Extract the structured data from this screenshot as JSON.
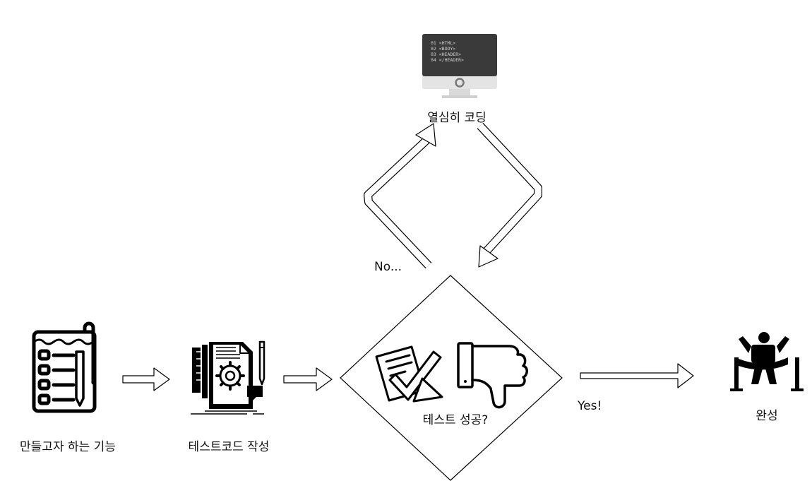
{
  "steps": {
    "feature": {
      "label": "만들고자 하는 기능",
      "icon": "checklist-notepad-icon"
    },
    "write_test": {
      "label": "테스트코드 작성",
      "icon": "code-document-gear-icon"
    },
    "decision": {
      "label": "테스트 성공?",
      "icons": [
        "checklist-approved-icon",
        "thumbs-down-icon"
      ]
    },
    "coding": {
      "label": "열심히 코딩",
      "icon": "monitor-code-icon"
    },
    "done": {
      "label": "완성",
      "icon": "finish-line-runner-icon"
    }
  },
  "edges": {
    "no_label": "No...",
    "yes_label": "Yes!"
  },
  "monitor_code": [
    "01 <HTML>",
    "02 <BODY>",
    "03 <HEADER>",
    "04 </HEADER>"
  ]
}
